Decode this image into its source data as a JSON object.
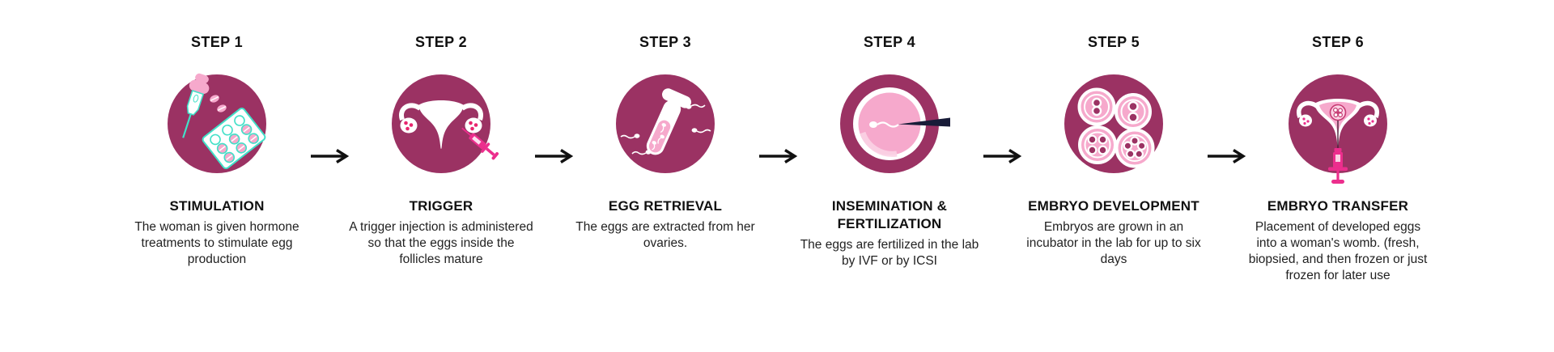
{
  "page": {
    "background": "#ffffff"
  },
  "colors": {
    "circle": "#9B3263",
    "pink": "#F6A9CC",
    "light_pink": "#FBD2E4",
    "hot_pink": "#EC2E8D",
    "teal": "#42E0C8",
    "navy_needle": "#181C38",
    "dot_red": "#E8256E",
    "arrow": "#111111",
    "text": "#1d1d1f"
  },
  "arrow": {
    "name": "right-arrow-icon",
    "glyph": "→"
  },
  "steps": [
    {
      "label": "STEP 1",
      "title": "STIMULATION",
      "description": "The woman is given hormone treatments to stimulate egg production",
      "icon": "stimulation-injection-pills-icon"
    },
    {
      "label": "STEP 2",
      "title": "TRIGGER",
      "description": "A trigger injection is administered so that the eggs inside the follicles mature",
      "icon": "uterus-trigger-syringe-icon"
    },
    {
      "label": "STEP 3",
      "title": "EGG RETRIEVAL",
      "description": "The eggs are extracted from her ovaries.",
      "icon": "test-tube-sperm-icon"
    },
    {
      "label": "STEP 4",
      "title": "INSEMINATION & FERTILIZATION",
      "description": "The eggs are fertilized in the lab by IVF or by ICSI",
      "icon": "egg-cell-fertilization-icon"
    },
    {
      "label": "STEP 5",
      "title": "EMBRYO DEVELOPMENT",
      "description": "Embryos are grown in an incubator in the lab for up to six days",
      "icon": "embryo-cell-division-icon"
    },
    {
      "label": "STEP 6",
      "title": "EMBRYO TRANSFER",
      "description": "Placement of developed eggs into a woman's womb. (fresh, biopsied, and then frozen or just frozen for later use",
      "icon": "uterus-embryo-transfer-icon"
    }
  ]
}
